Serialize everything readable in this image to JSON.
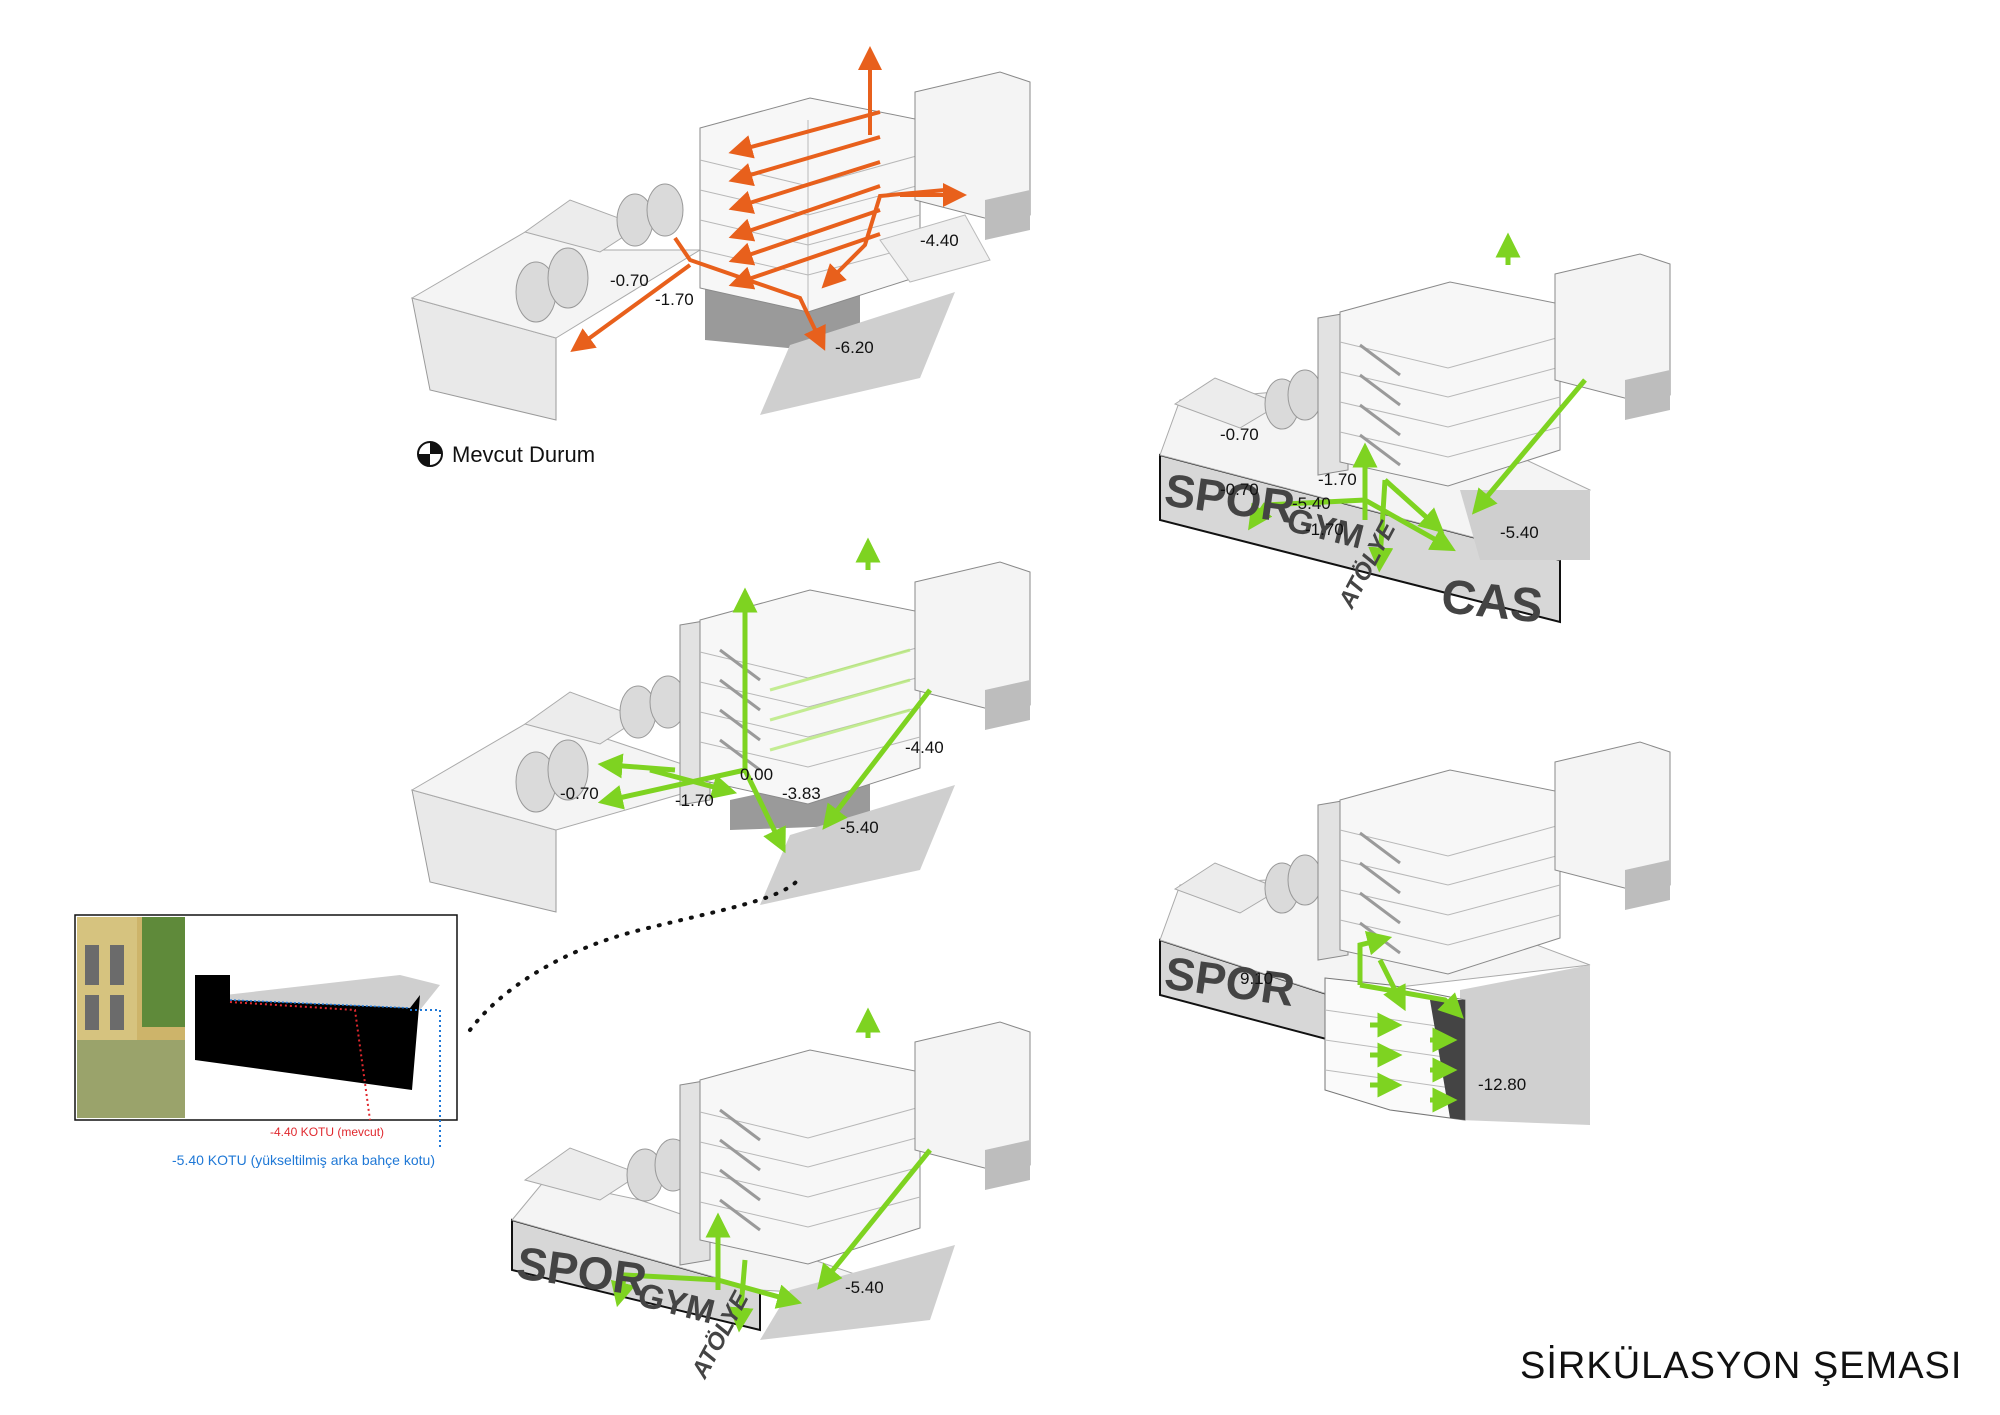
{
  "title": "SİRKÜLASYON ŞEMASI",
  "legend": {
    "label": "Mevcut Durum",
    "icon": "section-marker-icon"
  },
  "colors": {
    "existing_arrow": "#e8601c",
    "proposed_arrow": "#7ed321",
    "volume_gray": "#d9d9d9",
    "label_gray": "#444444"
  },
  "diagrams": {
    "existing": {
      "levels": [
        "-0.70",
        "-1.70",
        "-4.40",
        "-6.20"
      ]
    },
    "proposal_a": {
      "levels": [
        "-0.70",
        "-1.70",
        "0.00",
        "-3.83",
        "-4.40",
        "-5.40"
      ]
    },
    "proposal_b": {
      "levels": [
        "-5.40"
      ],
      "labels": [
        "SPOR",
        "GYM",
        "ATÖLYE"
      ]
    },
    "proposal_c": {
      "levels": [
        "-0.70",
        "-0.70",
        "-1.70",
        "-5.40",
        "-1.70",
        "-5.40"
      ],
      "labels": [
        "SPOR",
        "GYM",
        "ATÖLYE",
        "CAS"
      ]
    },
    "proposal_d": {
      "levels": [
        "9.10",
        "-12.80"
      ],
      "labels": [
        "SPOR"
      ]
    }
  },
  "detail": {
    "note_existing": "-4.40 KOTU (mevcut)",
    "note_raised": "-5.40 KOTU (yükseltilmiş arka bahçe kotu)"
  }
}
